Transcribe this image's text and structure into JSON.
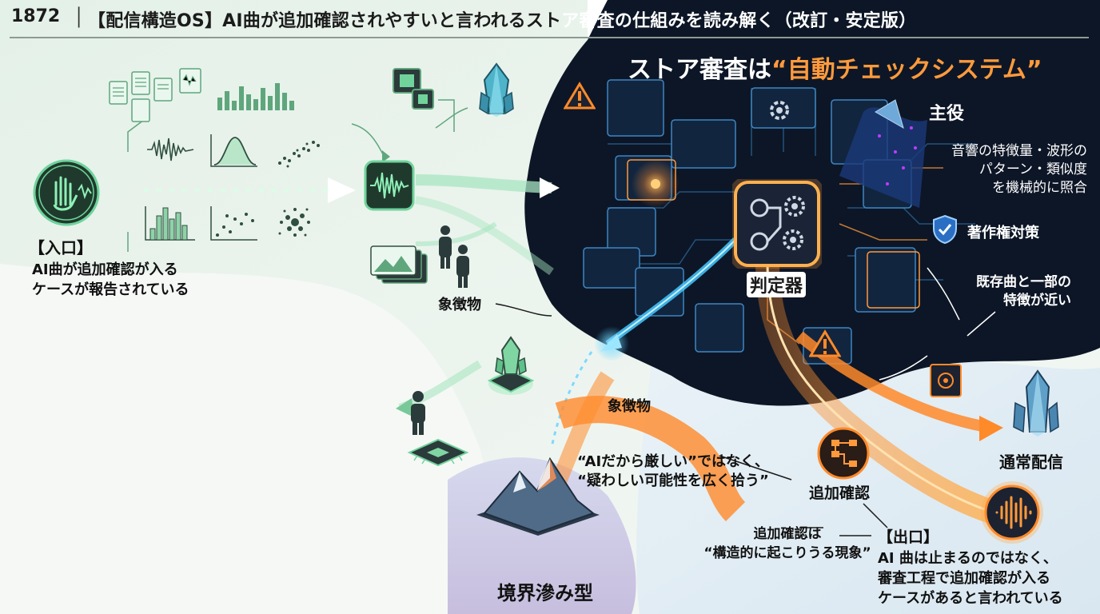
{
  "header": {
    "number": "1872",
    "title_light_part": "【配信構造OS】AI曲が追加確認されやすいと言われるスト",
    "title_dark_part": "ア審査の仕組みを読み解く（改訂・安定版）"
  },
  "panel": {
    "title_prefix": "ストア審査は",
    "title_highlight": "“自動チェックシステム”"
  },
  "protagonist": {
    "label": "主役",
    "description_lines": [
      "音響の特徴量・波形の",
      "パターン・類似度",
      "を機械的に照合"
    ]
  },
  "judge": {
    "label": "判定器"
  },
  "copyright": {
    "label": "著作権対策"
  },
  "similarity": {
    "lines": [
      "既存曲と一部の",
      "特徴が近い"
    ]
  },
  "entrance": {
    "tag": "【入口】",
    "lines": [
      "AI曲が追加確認が入る",
      "ケースが報告されている"
    ]
  },
  "symbol_labels": {
    "upper": "象徴物",
    "lower": "象徴物"
  },
  "quote": {
    "lines": [
      "“AIだから厳しい”ではなく、",
      "“疑わしい可能性を広く拾う”"
    ]
  },
  "additional_check": {
    "label": "追加確認"
  },
  "normal_delivery": {
    "label": "通常配信"
  },
  "structural": {
    "lines": [
      "追加確認は",
      "“構造的に起こりうる現象”"
    ]
  },
  "exit": {
    "tag": "【出口】",
    "lines": [
      "AI 曲は止まるのではなく、",
      "審査工程で追加確認が入る",
      "ケースがあると言われている"
    ]
  },
  "boundary": {
    "label": "境界滲み型"
  },
  "colors": {
    "dark_bg": "#0d1626",
    "green_flow": "#7fd6a2",
    "orange_flow": "#ff8a2a",
    "blue_flow": "#46c8ff",
    "accent_orange": "#ff9a3c"
  },
  "icons": [
    "hand-wave-icon",
    "document-stack-icon",
    "waveform-icon",
    "chip-icon",
    "crystal-icon",
    "warning-icon",
    "gear-icon",
    "shield-check-icon",
    "person-icon",
    "mountain-icon",
    "image-stack-icon"
  ]
}
